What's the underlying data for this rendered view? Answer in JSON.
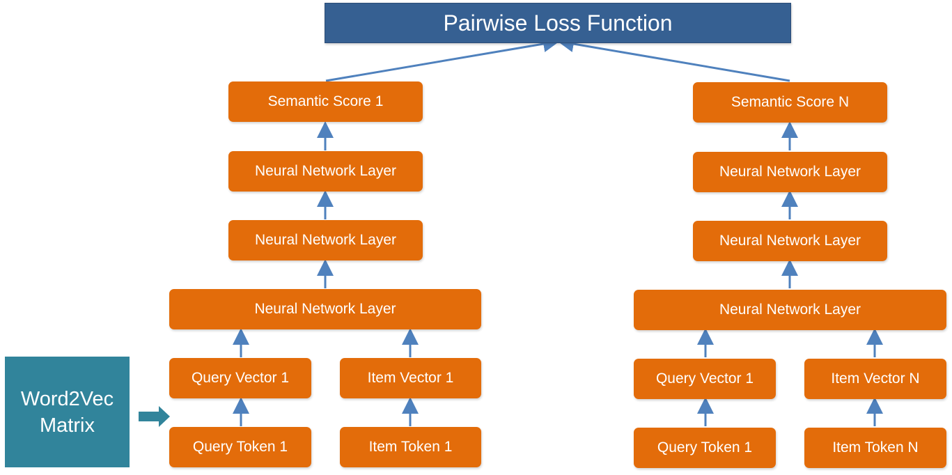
{
  "title": "Pairwise Loss Function",
  "word2vec": {
    "line1": "Word2Vec",
    "line2": "Matrix"
  },
  "left_tower": {
    "score": "Semantic Score 1",
    "layer_top": "Neural Network Layer",
    "layer_mid": "Neural Network Layer",
    "layer_wide": "Neural Network Layer",
    "query_vector": "Query Vector 1",
    "item_vector": "Item Vector 1",
    "query_token": "Query Token 1",
    "item_token": "Item Token 1"
  },
  "right_tower": {
    "score": "Semantic Score N",
    "layer_top": "Neural Network Layer",
    "layer_mid": "Neural Network Layer",
    "layer_wide": "Neural Network Layer",
    "query_vector": "Query Vector 1",
    "item_vector": "Item Vector N",
    "query_token": "Query Token 1",
    "item_token": "Item Token N"
  },
  "colors": {
    "node": "#e36c0a",
    "title": "#366092",
    "word2vec": "#31849b",
    "arrow": "#4f81bd"
  }
}
